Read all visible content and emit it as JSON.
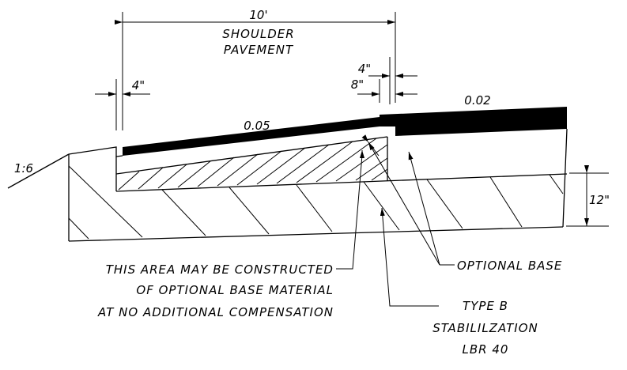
{
  "dimensions": {
    "width_top": "10'",
    "shoulder_line1": "SHOULDER",
    "shoulder_line2": "PAVEMENT",
    "offset_left": "4\"",
    "offset_right_top": "4\"",
    "offset_right_bottom": "8\"",
    "depth_right": "12\""
  },
  "slopes": {
    "shoulder_slope": "0.05",
    "road_slope": "0.02",
    "side_slope": "1:6"
  },
  "notes": {
    "area_line1": "THIS AREA MAY BE CONSTRUCTED",
    "area_line2": "OF OPTIONAL BASE MATERIAL",
    "area_line3": "AT NO ADDITIONAL COMPENSATION",
    "optional_base": "OPTIONAL BASE",
    "stab_line1": "TYPE B",
    "stab_line2": "STABILILZATION",
    "stab_line3": "LBR 40"
  }
}
